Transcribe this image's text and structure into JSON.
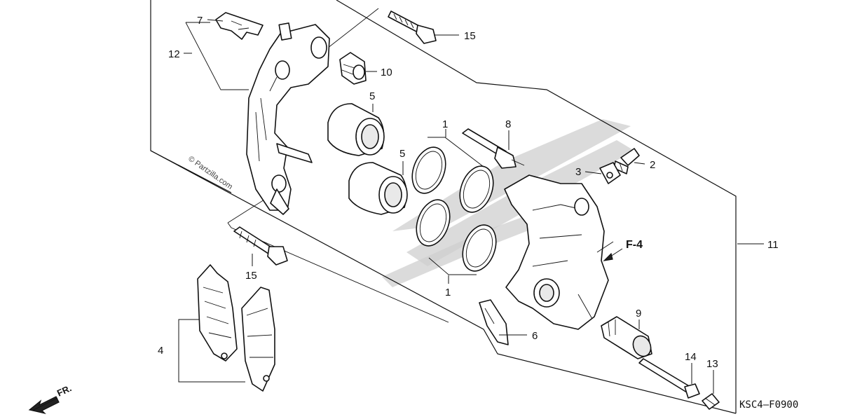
{
  "diagram": {
    "drawing_code": "KSC4–F0900",
    "watermark": "© Partzilla.com",
    "direction_label": "FR.",
    "ref_label": "F-4",
    "callouts": {
      "c1a": "1",
      "c1b": "1",
      "c2": "2",
      "c3": "3",
      "c4": "4",
      "c5a": "5",
      "c5b": "5",
      "c6": "6",
      "c7": "7",
      "c8": "8",
      "c9": "9",
      "c10": "10",
      "c11": "11",
      "c12": "12",
      "c13": "13",
      "c14": "14",
      "c15a": "15",
      "c15b": "15"
    }
  }
}
